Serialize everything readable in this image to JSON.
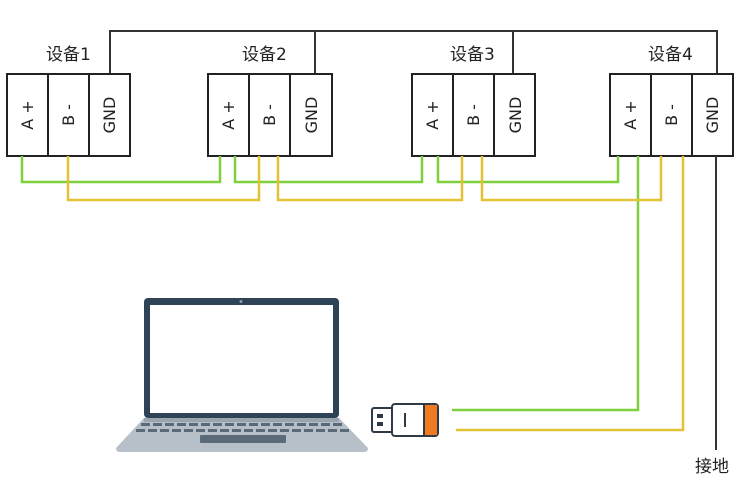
{
  "devices": [
    {
      "label": "设备1"
    },
    {
      "label": "设备2"
    },
    {
      "label": "设备3"
    },
    {
      "label": "设备4"
    }
  ],
  "terminals": {
    "a": "A +",
    "b": "B -",
    "gnd": "GND"
  },
  "ground_label": "接地",
  "colors": {
    "a_line": "#7ed03c",
    "b_line": "#e2c336",
    "gnd_line": "#333333",
    "laptop_frame": "#2f4356",
    "laptop_base": "#b7c0c8",
    "usb_orange": "#f07a22"
  }
}
